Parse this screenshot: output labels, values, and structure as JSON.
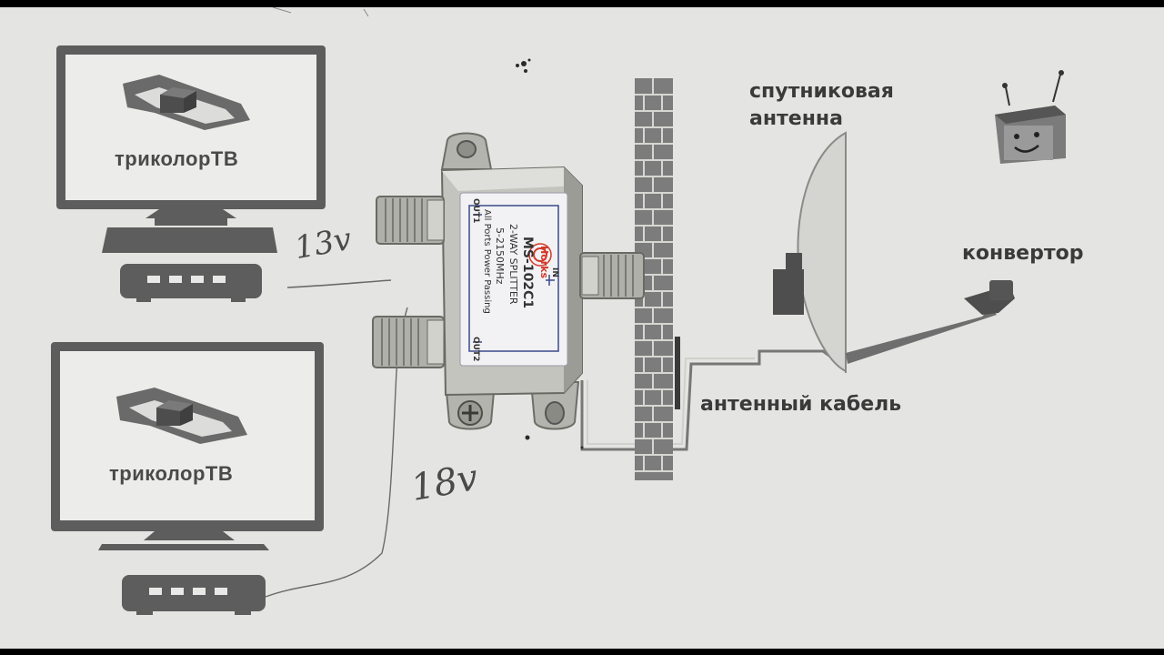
{
  "labels": {
    "antenna_line1": "спутниковая",
    "antenna_line2": "антенна",
    "converter": "конвертор",
    "cable": "антенный кабель"
  },
  "brand_top": "триколорТВ",
  "brand_bottom": "триколорТВ",
  "handwriting": {
    "top": "13v",
    "bottom": "18v"
  },
  "splitter": {
    "brand": "Horks",
    "model": "MS-102C1",
    "type": "2-WAY SPLITTER",
    "freq": "5-2150MHz",
    "note": "All Ports Power Passing",
    "port_in": "IN",
    "port_out1": "OUT1",
    "port_out2": "OUT2"
  },
  "colors": {
    "paper": "#e4e4e2",
    "ink": "#5a5a5a",
    "brick": "#7c7c7c",
    "metal": "#c8c8c4",
    "label_bg": "#f2f2f4",
    "label_red": "#d23a2a"
  }
}
